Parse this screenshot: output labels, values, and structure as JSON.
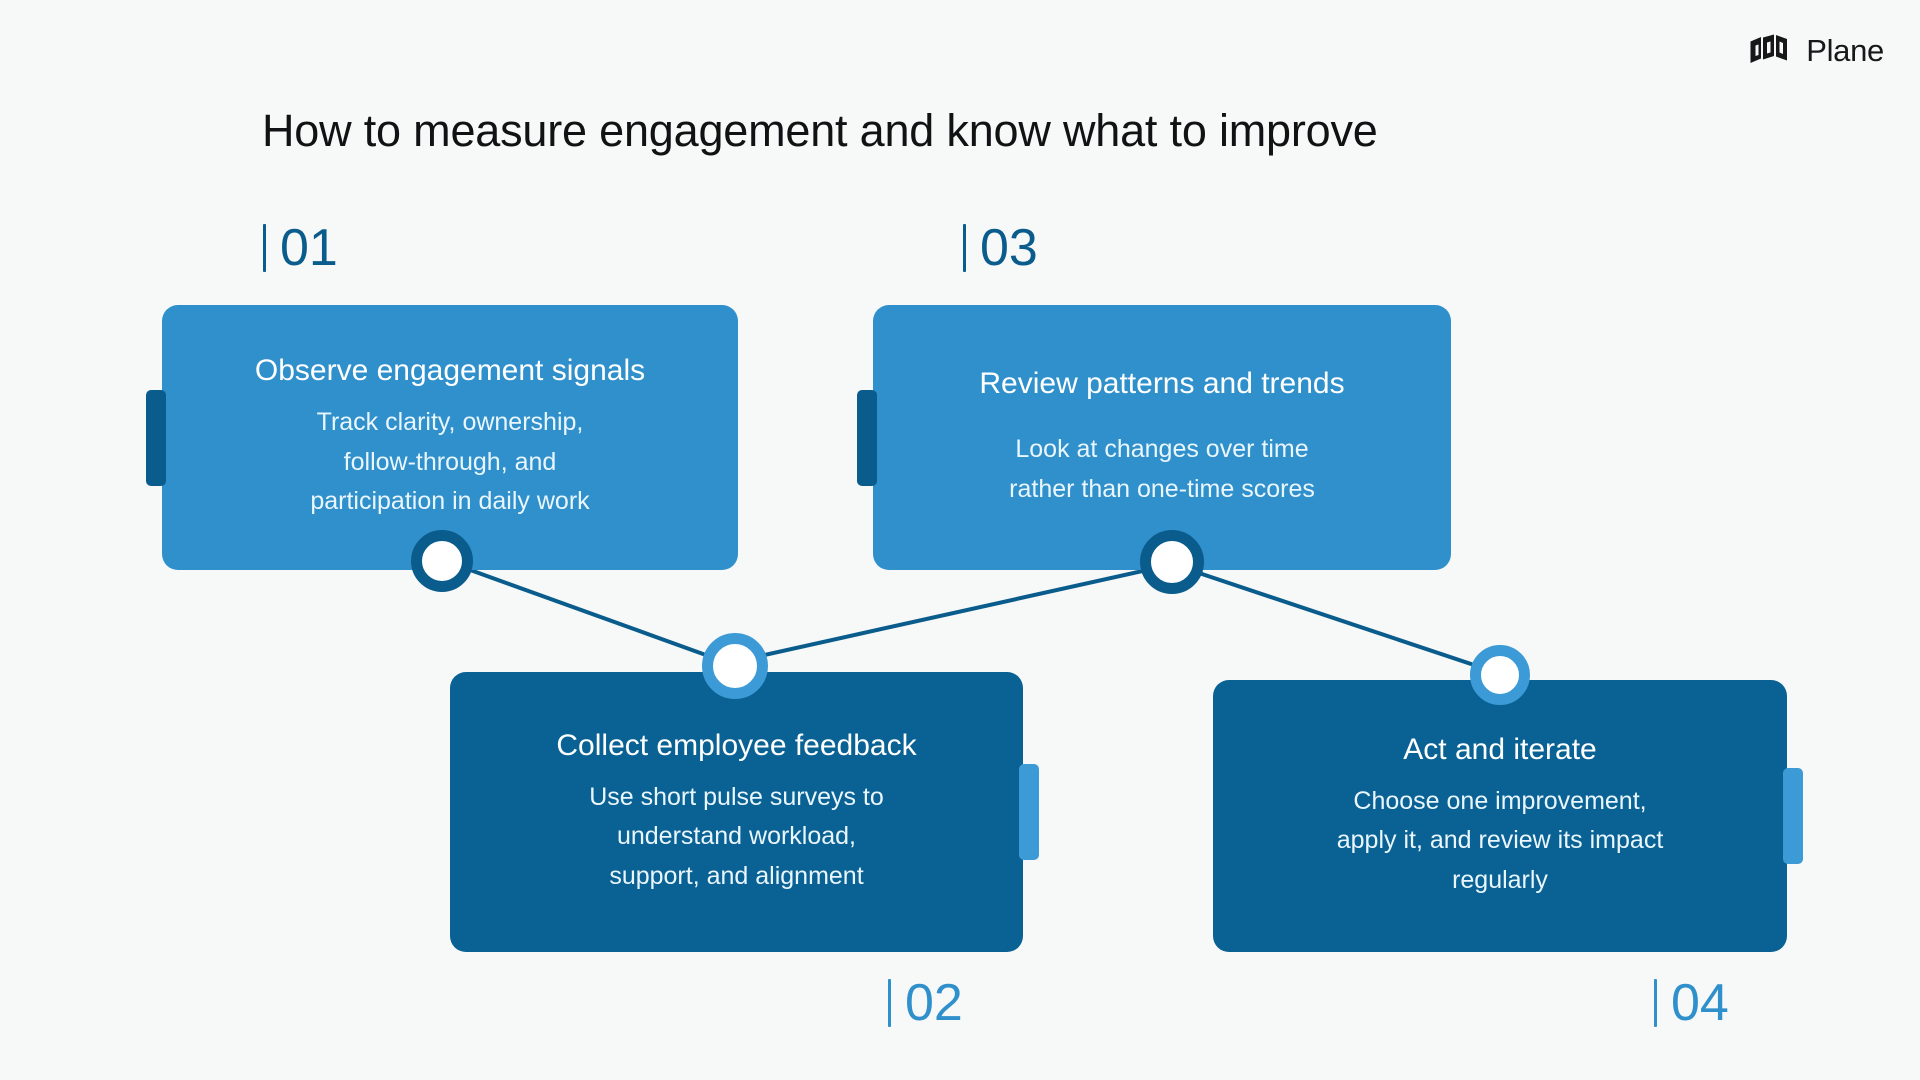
{
  "brand": {
    "name": "Plane",
    "logo_icon": "plane-logo-icon"
  },
  "header": {
    "title": "How to measure engagement and know what to improve"
  },
  "colors": {
    "background": "#f7f8f8",
    "light_blue": "#2f90cb",
    "dark_blue": "#0a6294",
    "deep_blue": "#0a5c8c",
    "accent_blue": "#3c9ad6",
    "title_text": "#121214",
    "card_text": "#ffffff"
  },
  "steps": [
    {
      "number": "01",
      "separator": "|",
      "title": "Observe engagement signals",
      "body": "Track clarity, ownership, follow-through, and participation in daily work",
      "body_lines": [
        "Track clarity, ownership,",
        "follow-through, and",
        "participation in daily work"
      ],
      "variant": "light",
      "tab_side": "left"
    },
    {
      "number": "02",
      "separator": "|",
      "title": "Collect employee feedback",
      "body": "Use short pulse surveys to understand workload, support, and alignment",
      "body_lines": [
        "Use short pulse surveys to",
        "understand workload,",
        "support, and alignment"
      ],
      "variant": "dark",
      "tab_side": "right"
    },
    {
      "number": "03",
      "separator": "|",
      "title": "Review patterns and trends",
      "body": "Look at changes over time rather than one-time scores",
      "body_lines": [
        "Look at changes over time",
        "rather than one-time scores"
      ],
      "variant": "light",
      "tab_side": "left"
    },
    {
      "number": "04",
      "separator": "|",
      "title": "Act and iterate",
      "body": "Choose one improvement, apply it, and review its impact regularly",
      "body_lines": [
        "Choose one improvement,",
        "apply it, and review its impact",
        "regularly"
      ],
      "variant": "dark",
      "tab_side": "right"
    }
  ]
}
